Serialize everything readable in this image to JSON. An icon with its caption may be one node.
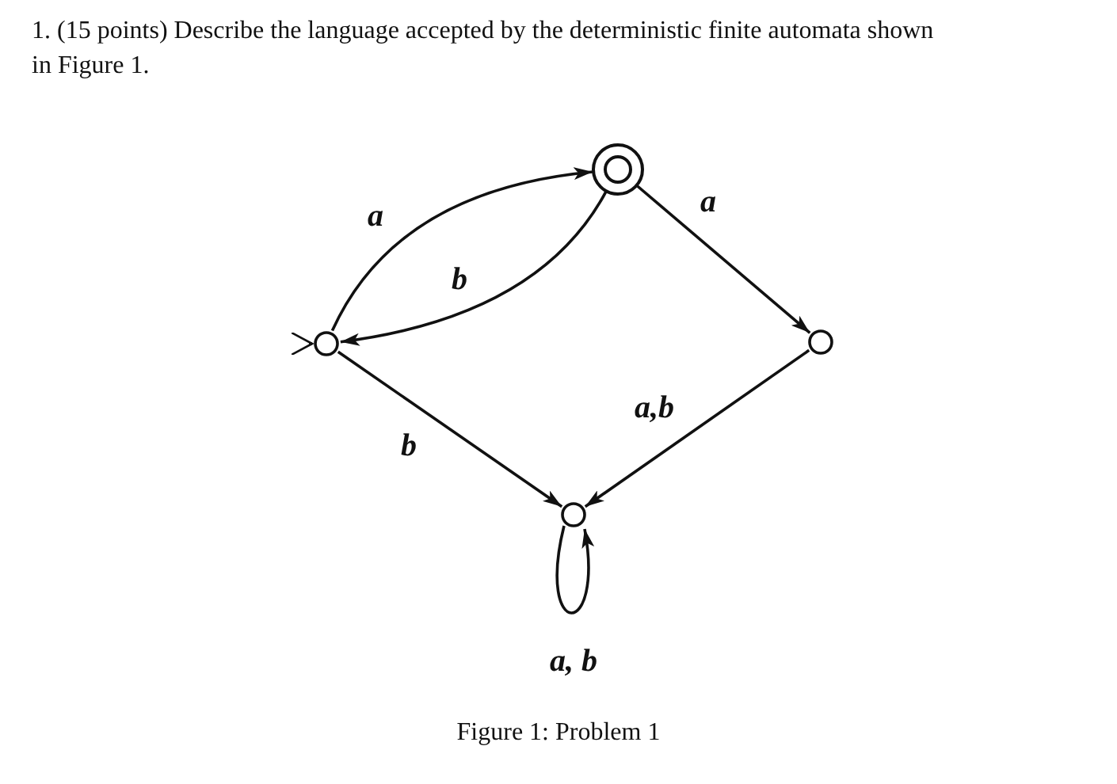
{
  "diagram": {
    "caption": "Figure 1: Problem 1",
    "nodes": [
      {
        "text": [],
        "shape": "circle"
      },
      {
        "text": [],
        "shape": "double-circle"
      },
      {
        "text": [],
        "shape": "circle"
      },
      {
        "text": [],
        "shape": "circle"
      }
    ],
    "edges": [
      {
        "from": null,
        "to": 0,
        "arrow": "to"
      },
      {
        "from": 0,
        "to": 1,
        "arrow": "to",
        "label": "a"
      },
      {
        "from": 1,
        "to": 0,
        "arrow": "to",
        "label": "b"
      },
      {
        "from": 1,
        "to": 2,
        "arrow": "to",
        "label": "a"
      },
      {
        "from": 2,
        "to": 3,
        "arrow": "to",
        "label": "a,b"
      },
      {
        "from": 0,
        "to": 3,
        "arrow": "to",
        "label": "b"
      },
      {
        "from": 3,
        "to": 3,
        "arrow": "to",
        "label": "a, b"
      }
    ],
    "labels": [
      "1. (15 points) Describe the language accepted by the deterministic finite automata shown in Figure 1."
    ]
  }
}
